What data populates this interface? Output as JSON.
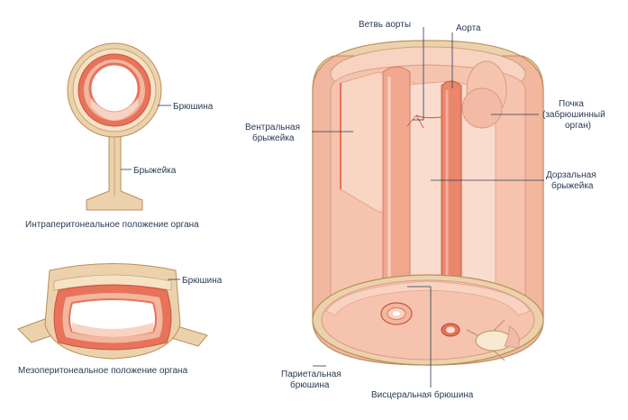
{
  "labels": {
    "peritoneum_top": "Брюшина",
    "mesentery": "Брыжейка",
    "intraperitoneal_caption": "Интраперитонеальное положение органа",
    "peritoneum_bottom": "Брюшина",
    "mesoperitoneal_caption": "Мезоперитонеальное положение органа",
    "aorta_branch": "Ветвь аорты",
    "aorta": "Аорта",
    "ventral_mesentery_1": "Вентральная",
    "ventral_mesentery_2": "брыжейка",
    "kidney_1": "Почка",
    "kidney_2": "(забрюшинный",
    "kidney_3": "орган)",
    "dorsal_mesentery_1": "Дорзальная",
    "dorsal_mesentery_2": "брыжейка",
    "parietal_peritoneum_1": "Париетальная",
    "parietal_peritoneum_2": "брюшина",
    "visceral_peritoneum": "Висцеральная брюшина"
  },
  "colors": {
    "outer_tan": "#e8c89a",
    "outer_tan_dark": "#b98e5c",
    "tissue_pink": "#f2b79f",
    "tissue_pink_light": "#f8d3c2",
    "tissue_red": "#e8725a",
    "lumen_pink": "#fbe3d6",
    "text": "#2a3a55"
  }
}
